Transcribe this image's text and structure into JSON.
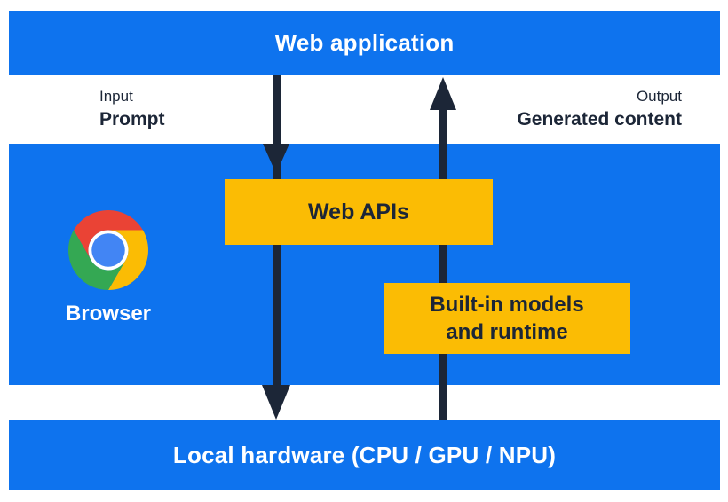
{
  "title": "Web application to local hardware architecture diagram",
  "colors": {
    "panel_blue": "#0e73ee",
    "box_yellow": "#fbbc04",
    "dark_navy": "#1c2637",
    "text_white": "#ffffff",
    "chrome_red": "#ea4335",
    "chrome_yellow": "#fbbc04",
    "chrome_green": "#34a853",
    "chrome_center_blue": "#4285f4"
  },
  "top_bar": {
    "label": "Web application"
  },
  "io_labels": {
    "input_title": "Input",
    "input_value": "Prompt",
    "output_title": "Output",
    "output_value": "Generated content"
  },
  "browser_section": {
    "label": "Browser",
    "logo_icon": "chrome-logo",
    "web_apis_label": "Web APIs",
    "builtin_label": "Built-in models and runtime",
    "builtin_lines": [
      "Built-in models",
      "and runtime"
    ]
  },
  "arrows": {
    "down_arrow": "input flow: web application to local hardware",
    "up_arrow": "output flow: local hardware to web application"
  },
  "bottom_bar": {
    "label": "Local hardware (CPU / GPU / NPU)"
  }
}
